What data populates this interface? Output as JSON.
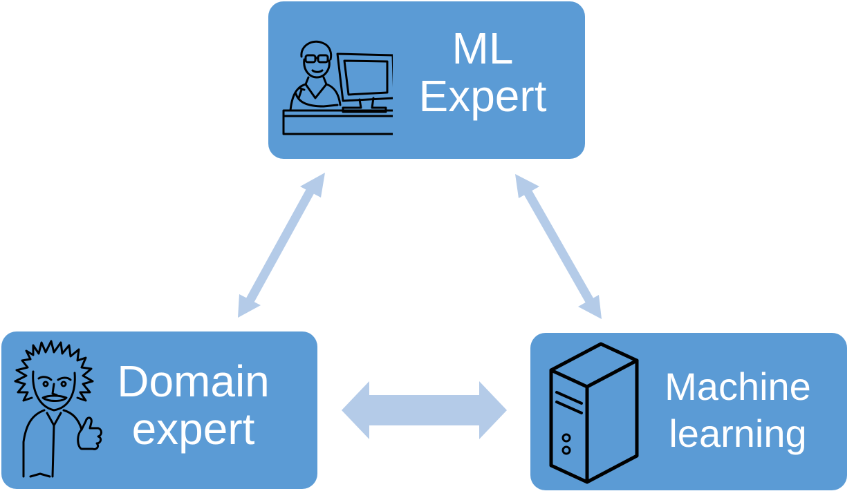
{
  "nodes": {
    "ml_expert": {
      "line1": "ML",
      "line2": "Expert",
      "icon": "programmer-at-computer-icon"
    },
    "domain_expert": {
      "line1": "Domain",
      "line2": "expert",
      "icon": "scientist-thumbs-up-icon"
    },
    "machine_learning": {
      "line1": "Machine",
      "line2": "learning",
      "icon": "server-tower-icon"
    }
  },
  "colors": {
    "box_fill": "#5b9bd5",
    "arrow_fill": "#b4cbe8",
    "text": "#ffffff"
  },
  "edges": [
    {
      "from": "ml_expert",
      "to": "domain_expert",
      "type": "bidirectional"
    },
    {
      "from": "ml_expert",
      "to": "machine_learning",
      "type": "bidirectional"
    },
    {
      "from": "domain_expert",
      "to": "machine_learning",
      "type": "bidirectional"
    }
  ]
}
